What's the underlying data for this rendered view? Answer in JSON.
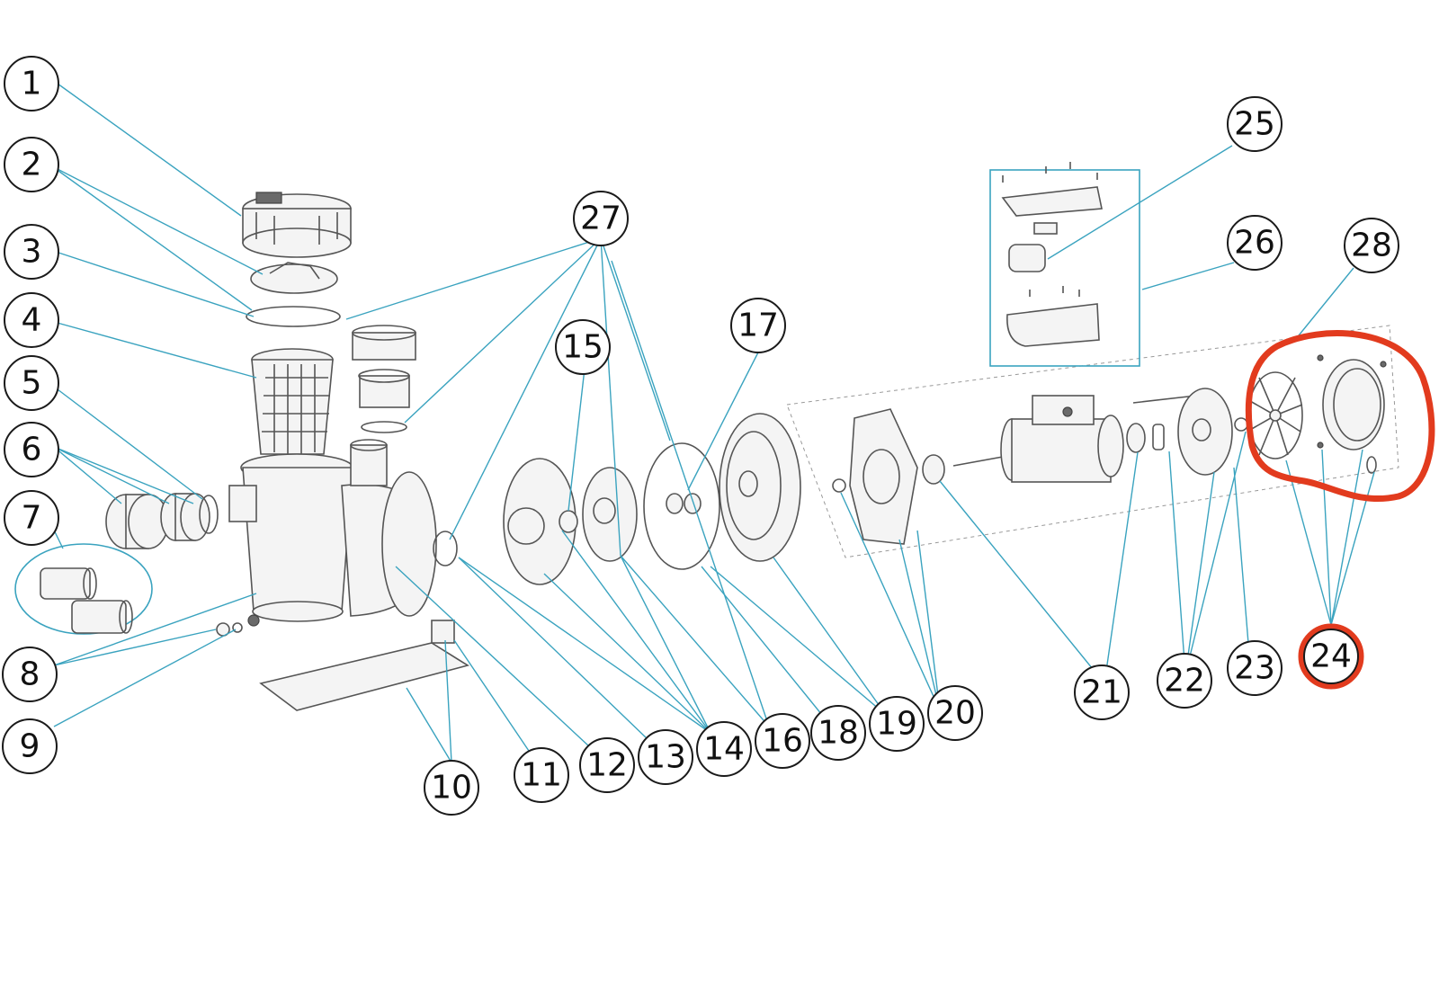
{
  "diagram": {
    "highlight_color": "#e23b1e",
    "leader_color": "#3aa3bf",
    "callouts": [
      "1",
      "2",
      "3",
      "4",
      "5",
      "6",
      "7",
      "8",
      "9",
      "10",
      "11",
      "12",
      "13",
      "14",
      "15",
      "16",
      "17",
      "18",
      "19",
      "20",
      "21",
      "22",
      "23",
      "24",
      "25",
      "26",
      "27",
      "28"
    ],
    "highlighted_callout": "24"
  }
}
